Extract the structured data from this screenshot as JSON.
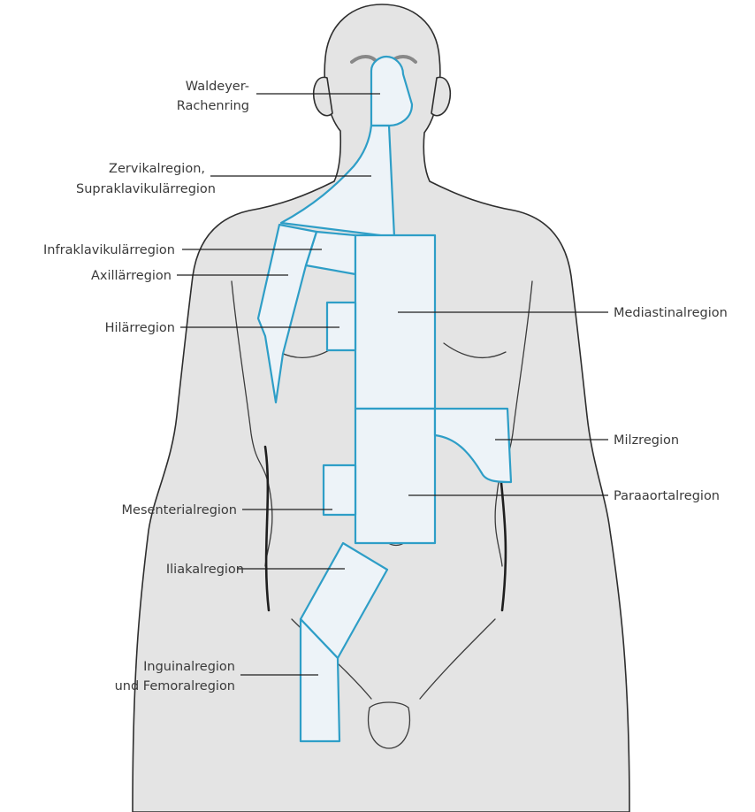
{
  "labels": {
    "waldeyer_line1": "Waldeyer-",
    "waldeyer_line2": "Rachenring",
    "zervikal_line1": "Zervikalregion,",
    "zervikal_line2": "Supraklavikulärregion",
    "infraklavikular": "Infraklavikulärregion",
    "axillar": "Axillärregion",
    "hilar": "Hilärregion",
    "mesenterial": "Mesenterialregion",
    "iliakal": "Iliakalregion",
    "inguinal_line1": "Inguinalregion",
    "inguinal_line2": "und Femoralregion",
    "mediastinal": "Mediastinalregion",
    "milz": "Milzregion",
    "paraaortal": "Paraaortalregion"
  },
  "colors": {
    "region_outline": "#2e9ec7",
    "region_fill": "#edf3f8",
    "body_fill": "#e4e4e4",
    "outline": "#2e2e2e"
  }
}
